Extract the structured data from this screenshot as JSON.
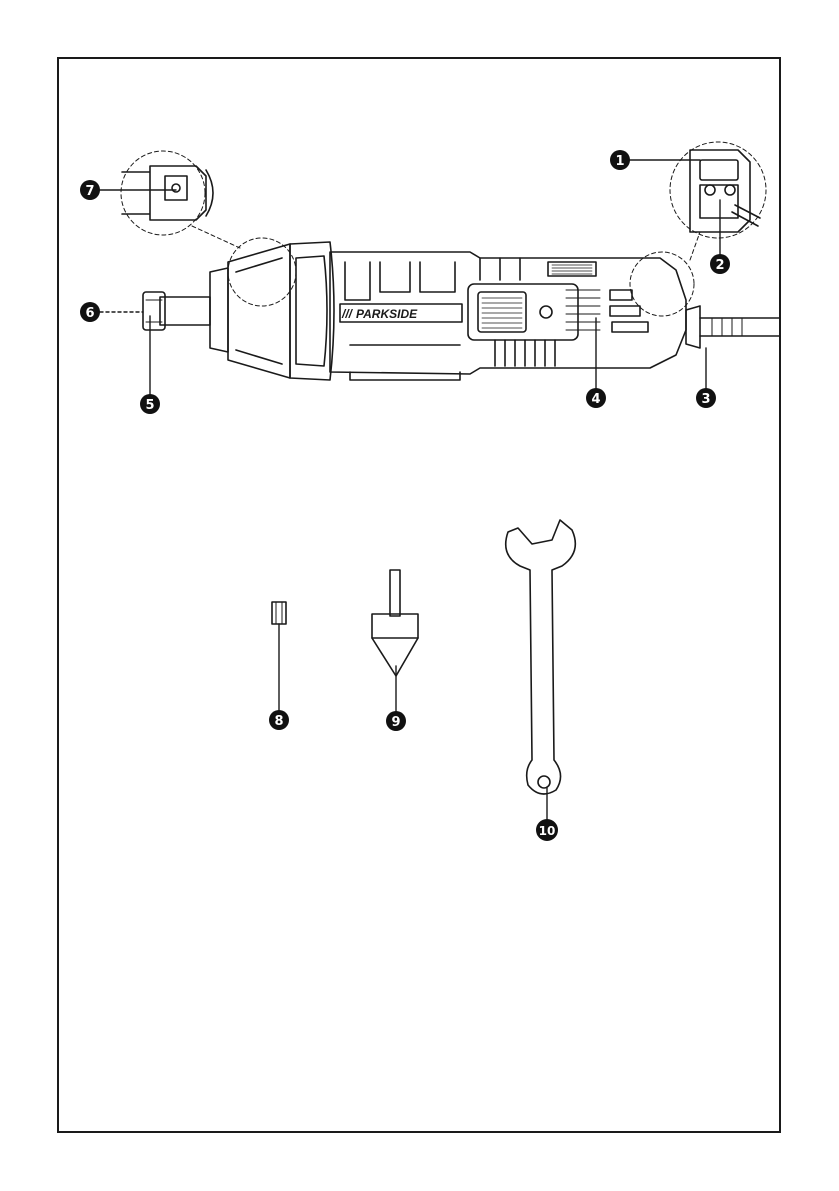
{
  "brand": {
    "text": "PARKSIDE"
  },
  "callouts": [
    {
      "id": "callout-1",
      "label": "1"
    },
    {
      "id": "callout-2",
      "label": "2"
    },
    {
      "id": "callout-3",
      "label": "3"
    },
    {
      "id": "callout-4",
      "label": "4"
    },
    {
      "id": "callout-5",
      "label": "5"
    },
    {
      "id": "callout-6",
      "label": "6"
    },
    {
      "id": "callout-7",
      "label": "7"
    },
    {
      "id": "callout-8",
      "label": "8"
    },
    {
      "id": "callout-9",
      "label": "9"
    },
    {
      "id": "callout-10",
      "label": "10"
    }
  ],
  "colors": {
    "line": "#1a1a1a",
    "callout_fill": "#111111",
    "paper": "#ffffff"
  }
}
